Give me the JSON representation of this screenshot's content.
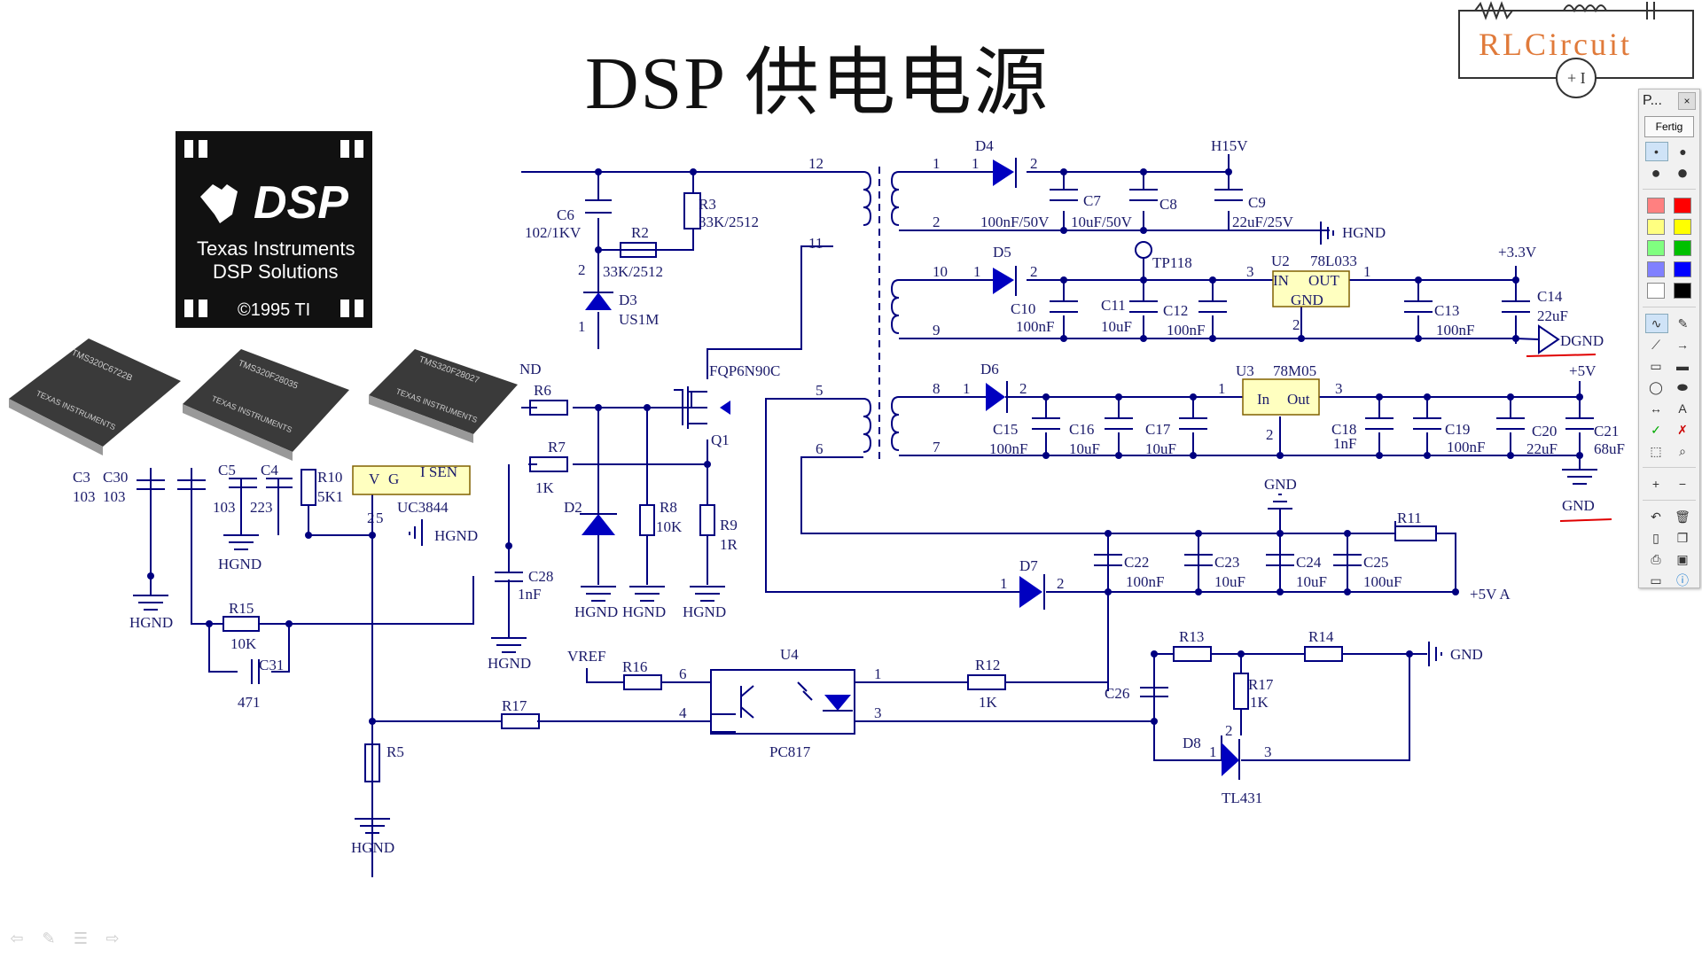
{
  "slide": {
    "title": "DSP 供电电源",
    "logo_text": "RLCircuit",
    "chip_badge": {
      "brand": "DSP",
      "line1": "Texas Instruments",
      "line2": "DSP Solutions",
      "copyright": "©1995 TI"
    },
    "chip_labels": [
      "TMS320C6722B",
      "TMS320F28035",
      "TMS320F28027"
    ],
    "chip_brand": "TEXAS INSTRUMENTS"
  },
  "schematic": {
    "labels": [
      {
        "id": "c6",
        "text": "C6"
      },
      {
        "id": "c6v",
        "text": "102/1KV"
      },
      {
        "id": "r3",
        "text": "R3"
      },
      {
        "id": "r3v",
        "text": "33K/2512"
      },
      {
        "id": "r2",
        "text": "R2"
      },
      {
        "id": "r2v",
        "text": "33K/2512"
      },
      {
        "id": "n12",
        "text": "12"
      },
      {
        "id": "n11",
        "text": "11"
      },
      {
        "id": "d3",
        "text": "D3"
      },
      {
        "id": "d3v",
        "text": "US1M"
      },
      {
        "id": "d3p2",
        "text": "2"
      },
      {
        "id": "d3p1",
        "text": "1"
      },
      {
        "id": "nd",
        "text": "ND"
      },
      {
        "id": "fqp",
        "text": "FQP6N90C"
      },
      {
        "id": "q1",
        "text": "Q1"
      },
      {
        "id": "r6",
        "text": "R6"
      },
      {
        "id": "r7",
        "text": "R7"
      },
      {
        "id": "r7v",
        "text": "1K"
      },
      {
        "id": "d2",
        "text": "D2"
      },
      {
        "id": "r8",
        "text": "R8"
      },
      {
        "id": "r8v",
        "text": "10K"
      },
      {
        "id": "r9",
        "text": "R9"
      },
      {
        "id": "r9v",
        "text": "1R"
      },
      {
        "id": "hg1",
        "text": "HGND"
      },
      {
        "id": "hg2",
        "text": "HGND"
      },
      {
        "id": "hg3",
        "text": "HGND"
      },
      {
        "id": "c3",
        "text": "C3"
      },
      {
        "id": "c3v",
        "text": "103"
      },
      {
        "id": "c30",
        "text": "C30"
      },
      {
        "id": "c30v",
        "text": "103"
      },
      {
        "id": "c5",
        "text": "C5"
      },
      {
        "id": "c5v",
        "text": "103"
      },
      {
        "id": "c4",
        "text": "C4"
      },
      {
        "id": "c4v",
        "text": "223"
      },
      {
        "id": "r10",
        "text": "R10"
      },
      {
        "id": "r10v",
        "text": "5K1"
      },
      {
        "id": "uc",
        "text": "UC3844"
      },
      {
        "id": "hg4",
        "text": "HGND"
      },
      {
        "id": "hg5",
        "text": "HGND"
      },
      {
        "id": "hg6",
        "text": "HGND"
      },
      {
        "id": "c28",
        "text": "C28"
      },
      {
        "id": "c28v",
        "text": "1nF"
      },
      {
        "id": "hg7",
        "text": "HGND"
      },
      {
        "id": "r15",
        "text": "R15"
      },
      {
        "id": "r15v",
        "text": "10K"
      },
      {
        "id": "c31",
        "text": "C31"
      },
      {
        "id": "c31v",
        "text": "471"
      },
      {
        "id": "vref",
        "text": "VREF"
      },
      {
        "id": "r16",
        "text": "R16"
      },
      {
        "id": "u4",
        "text": "U4"
      },
      {
        "id": "pc817",
        "text": "PC817"
      },
      {
        "id": "p6",
        "text": "6"
      },
      {
        "id": "p4",
        "text": "4"
      },
      {
        "id": "p1",
        "text": "1"
      },
      {
        "id": "p3",
        "text": "3"
      },
      {
        "id": "r17a",
        "text": "R17"
      },
      {
        "id": "r5",
        "text": "R5"
      },
      {
        "id": "hg8",
        "text": "HGND"
      },
      {
        "id": "r12",
        "text": "R12"
      },
      {
        "id": "r12v",
        "text": "1K"
      },
      {
        "id": "c26",
        "text": "C26"
      },
      {
        "id": "r13",
        "text": "R13"
      },
      {
        "id": "r14",
        "text": "R14"
      },
      {
        "id": "gnd1",
        "text": "GND"
      },
      {
        "id": "r17b",
        "text": "R17"
      },
      {
        "id": "r17bv",
        "text": "1K"
      },
      {
        "id": "d8",
        "text": "D8"
      },
      {
        "id": "tl",
        "text": "TL431"
      },
      {
        "id": "d8p1",
        "text": "1"
      },
      {
        "id": "d8p2",
        "text": "2"
      },
      {
        "id": "d8p3",
        "text": "3"
      },
      {
        "id": "d4",
        "text": "D4"
      },
      {
        "id": "d4p1",
        "text": "1"
      },
      {
        "id": "d4p2",
        "text": "2"
      },
      {
        "id": "t1",
        "text": "1"
      },
      {
        "id": "t2",
        "text": "2"
      },
      {
        "id": "c7",
        "text": "C7"
      },
      {
        "id": "c7v",
        "text": "10uF/50V"
      },
      {
        "id": "c8",
        "text": "C8"
      },
      {
        "id": "c8v",
        "text": "100nF/50V"
      },
      {
        "id": "h15",
        "text": "H15V"
      },
      {
        "id": "c9",
        "text": "C9"
      },
      {
        "id": "c9v",
        "text": "22uF/25V"
      },
      {
        "id": "hg9",
        "text": "HGND"
      },
      {
        "id": "d5",
        "text": "D5"
      },
      {
        "id": "t10",
        "text": "10"
      },
      {
        "id": "t9",
        "text": "9"
      },
      {
        "id": "d5p1",
        "text": "1"
      },
      {
        "id": "d5p2",
        "text": "2"
      },
      {
        "id": "tp",
        "text": "TP118"
      },
      {
        "id": "c10",
        "text": "C10"
      },
      {
        "id": "c10v",
        "text": "100nF"
      },
      {
        "id": "c11",
        "text": "C11"
      },
      {
        "id": "c11v",
        "text": "10uF"
      },
      {
        "id": "c12",
        "text": "C12"
      },
      {
        "id": "c12v",
        "text": "100nF"
      },
      {
        "id": "u2",
        "text": "U2"
      },
      {
        "id": "u2v",
        "text": "78L033"
      },
      {
        "id": "u2in",
        "text": "IN"
      },
      {
        "id": "u2out",
        "text": "OUT"
      },
      {
        "id": "u2gnd",
        "text": "GND"
      },
      {
        "id": "u2p3",
        "text": "3"
      },
      {
        "id": "u2p1",
        "text": "1"
      },
      {
        "id": "u2p2",
        "text": "2"
      },
      {
        "id": "v33",
        "text": "+3.3V"
      },
      {
        "id": "c13",
        "text": "C13"
      },
      {
        "id": "c13v",
        "text": "100nF"
      },
      {
        "id": "c14",
        "text": "C14"
      },
      {
        "id": "c14v",
        "text": "22uF"
      },
      {
        "id": "dgnd",
        "text": "DGND"
      },
      {
        "id": "d6",
        "text": "D6"
      },
      {
        "id": "t8",
        "text": "8"
      },
      {
        "id": "t7",
        "text": "7"
      },
      {
        "id": "d6p1",
        "text": "1"
      },
      {
        "id": "d6p2",
        "text": "2"
      },
      {
        "id": "u3",
        "text": "U3"
      },
      {
        "id": "u3v",
        "text": "78M05"
      },
      {
        "id": "u3in",
        "text": "In"
      },
      {
        "id": "u3out",
        "text": "Out"
      },
      {
        "id": "u3p1",
        "text": "1"
      },
      {
        "id": "u3p3",
        "text": "3"
      },
      {
        "id": "u3p2",
        "text": "2"
      },
      {
        "id": "v5",
        "text": "+5V"
      },
      {
        "id": "c15",
        "text": "C15"
      },
      {
        "id": "c15v",
        "text": "100nF"
      },
      {
        "id": "c16",
        "text": "C16"
      },
      {
        "id": "c16v",
        "text": "10uF"
      },
      {
        "id": "c17",
        "text": "C17"
      },
      {
        "id": "c17v",
        "text": "10uF"
      },
      {
        "id": "c18",
        "text": "C18"
      },
      {
        "id": "c18v",
        "text": "1nF"
      },
      {
        "id": "c19",
        "text": "C19"
      },
      {
        "id": "c19v",
        "text": "100nF"
      },
      {
        "id": "c20",
        "text": "C20"
      },
      {
        "id": "c20v",
        "text": "22uF"
      },
      {
        "id": "c21",
        "text": "C21"
      },
      {
        "id": "c21v",
        "text": "68uF"
      },
      {
        "id": "gnd2",
        "text": "GND"
      },
      {
        "id": "gnd3",
        "text": "GND"
      },
      {
        "id": "t5",
        "text": "5"
      },
      {
        "id": "t6",
        "text": "6"
      },
      {
        "id": "r11",
        "text": "R11"
      },
      {
        "id": "d7",
        "text": "D7"
      },
      {
        "id": "d7p1",
        "text": "1"
      },
      {
        "id": "d7p2",
        "text": "2"
      },
      {
        "id": "c22",
        "text": "C22"
      },
      {
        "id": "c22v",
        "text": "100nF"
      },
      {
        "id": "c23",
        "text": "C23"
      },
      {
        "id": "c23v",
        "text": "10uF"
      },
      {
        "id": "c24",
        "text": "C24"
      },
      {
        "id": "c24v",
        "text": "10uF"
      },
      {
        "id": "c25",
        "text": "C25"
      },
      {
        "id": "c25v",
        "text": "100uF"
      },
      {
        "id": "v5a",
        "text": "+5V A"
      },
      {
        "id": "isen",
        "text": "I SEN"
      },
      {
        "id": "vcc",
        "text": "V"
      },
      {
        "id": "gd",
        "text": "G"
      },
      {
        "id": "pin2",
        "text": "2"
      },
      {
        "id": "pin5",
        "text": "5"
      }
    ]
  },
  "toolbar": {
    "title": "P...",
    "close": "×",
    "done": "Fertig",
    "colors": [
      "#ff8080",
      "#ff0000",
      "#ffff80",
      "#ffff00",
      "#80ff80",
      "#00c000",
      "#8080ff",
      "#0000ff",
      "#ffffff",
      "#000000"
    ]
  },
  "nav": {
    "prev": "⇦",
    "pen": "✎",
    "menu": "☰",
    "next": "⇨"
  }
}
